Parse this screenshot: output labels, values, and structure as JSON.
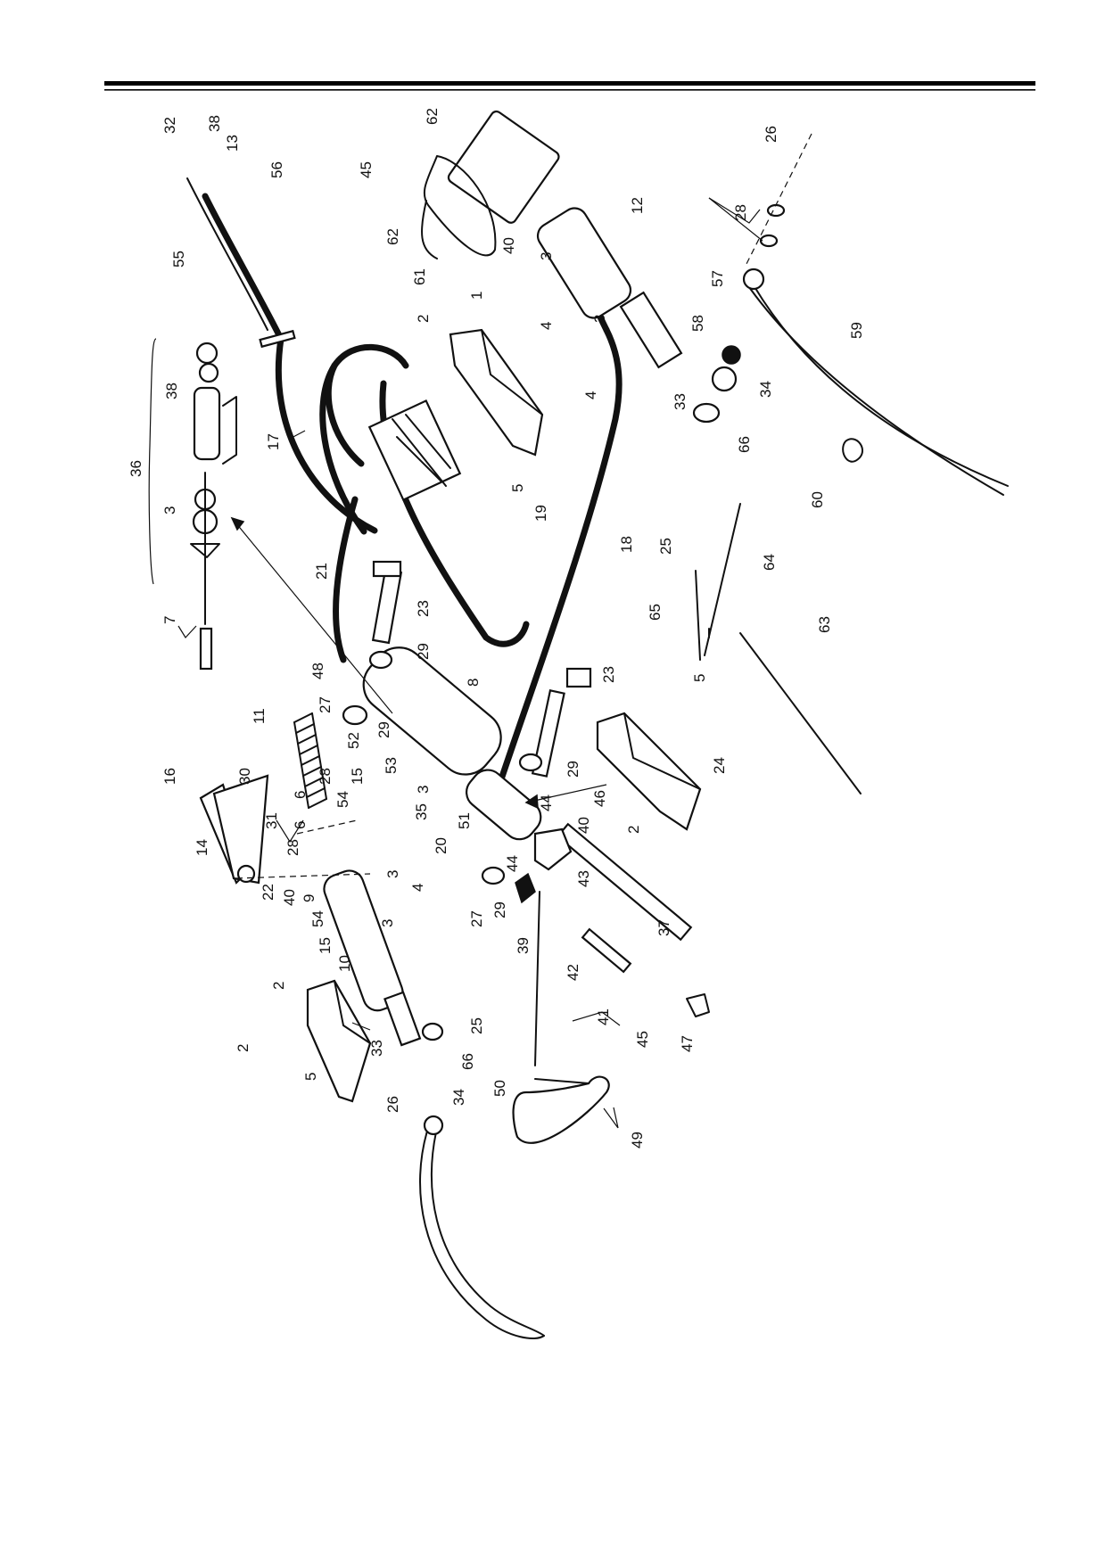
{
  "diagram": {
    "header_rule_color": "#000000",
    "line_color": "#111111",
    "callouts": [
      {
        "id": "c-32",
        "text": "32"
      },
      {
        "id": "c-38a",
        "text": "38"
      },
      {
        "id": "c-13",
        "text": "13"
      },
      {
        "id": "c-56",
        "text": "56"
      },
      {
        "id": "c-55",
        "text": "55"
      },
      {
        "id": "c-45a",
        "text": "45"
      },
      {
        "id": "c-62a",
        "text": "62"
      },
      {
        "id": "c-62b",
        "text": "62"
      },
      {
        "id": "c-40a",
        "text": "40"
      },
      {
        "id": "c-61",
        "text": "61"
      },
      {
        "id": "c-12",
        "text": "12"
      },
      {
        "id": "c-26a",
        "text": "26"
      },
      {
        "id": "c-28a",
        "text": "28"
      },
      {
        "id": "c-3a",
        "text": "3"
      },
      {
        "id": "c-4a",
        "text": "4"
      },
      {
        "id": "c-3b",
        "text": "3"
      },
      {
        "id": "c-4b",
        "text": "4"
      },
      {
        "id": "c-1",
        "text": "1"
      },
      {
        "id": "c-2a",
        "text": "2"
      },
      {
        "id": "c-57",
        "text": "57"
      },
      {
        "id": "c-58",
        "text": "58"
      },
      {
        "id": "c-33a",
        "text": "33"
      },
      {
        "id": "c-34a",
        "text": "34"
      },
      {
        "id": "c-66a",
        "text": "66"
      },
      {
        "id": "c-59",
        "text": "59"
      },
      {
        "id": "c-60",
        "text": "60"
      },
      {
        "id": "c-36",
        "text": "36"
      },
      {
        "id": "c-38b",
        "text": "38"
      },
      {
        "id": "c-3c",
        "text": "3"
      },
      {
        "id": "c-7",
        "text": "7"
      },
      {
        "id": "c-17",
        "text": "17"
      },
      {
        "id": "c-5a",
        "text": "5"
      },
      {
        "id": "c-19",
        "text": "19"
      },
      {
        "id": "c-18",
        "text": "18"
      },
      {
        "id": "c-25a",
        "text": "25"
      },
      {
        "id": "c-64",
        "text": "64"
      },
      {
        "id": "c-65",
        "text": "65"
      },
      {
        "id": "c-63",
        "text": "63"
      },
      {
        "id": "c-21",
        "text": "21"
      },
      {
        "id": "c-23a",
        "text": "23"
      },
      {
        "id": "c-29a",
        "text": "29"
      },
      {
        "id": "c-48",
        "text": "48"
      },
      {
        "id": "c-8",
        "text": "8"
      },
      {
        "id": "c-23b",
        "text": "23"
      },
      {
        "id": "c-5b",
        "text": "5"
      },
      {
        "id": "c-11",
        "text": "11"
      },
      {
        "id": "c-27a",
        "text": "27"
      },
      {
        "id": "c-29b",
        "text": "29"
      },
      {
        "id": "c-28b",
        "text": "28"
      },
      {
        "id": "c-52",
        "text": "52"
      },
      {
        "id": "c-53",
        "text": "53"
      },
      {
        "id": "c-29c",
        "text": "29"
      },
      {
        "id": "c-24",
        "text": "24"
      },
      {
        "id": "c-16",
        "text": "16"
      },
      {
        "id": "c-30",
        "text": "30"
      },
      {
        "id": "c-6a",
        "text": "6"
      },
      {
        "id": "c-54a",
        "text": "54"
      },
      {
        "id": "c-15a",
        "text": "15"
      },
      {
        "id": "c-3d",
        "text": "3"
      },
      {
        "id": "c-35",
        "text": "35"
      },
      {
        "id": "c-51",
        "text": "51"
      },
      {
        "id": "c-44a",
        "text": "44"
      },
      {
        "id": "c-46",
        "text": "46"
      },
      {
        "id": "c-40b",
        "text": "40"
      },
      {
        "id": "c-2b",
        "text": "2"
      },
      {
        "id": "c-31",
        "text": "31"
      },
      {
        "id": "c-6b",
        "text": "6"
      },
      {
        "id": "c-28c",
        "text": "28"
      },
      {
        "id": "c-14",
        "text": "14"
      },
      {
        "id": "c-20",
        "text": "20"
      },
      {
        "id": "c-44b",
        "text": "44"
      },
      {
        "id": "c-43",
        "text": "43"
      },
      {
        "id": "c-22",
        "text": "22"
      },
      {
        "id": "c-40c",
        "text": "40"
      },
      {
        "id": "c-9",
        "text": "9"
      },
      {
        "id": "c-3e",
        "text": "3"
      },
      {
        "id": "c-54b",
        "text": "54"
      },
      {
        "id": "c-15b",
        "text": "15"
      },
      {
        "id": "c-4c",
        "text": "4"
      },
      {
        "id": "c-3f",
        "text": "3"
      },
      {
        "id": "c-27b",
        "text": "27"
      },
      {
        "id": "c-29d",
        "text": "29"
      },
      {
        "id": "c-39",
        "text": "39"
      },
      {
        "id": "c-37",
        "text": "37"
      },
      {
        "id": "c-42",
        "text": "42"
      },
      {
        "id": "c-41",
        "text": "41"
      },
      {
        "id": "c-10",
        "text": "10"
      },
      {
        "id": "c-2c",
        "text": "2"
      },
      {
        "id": "c-25b",
        "text": "25"
      },
      {
        "id": "c-45b",
        "text": "45"
      },
      {
        "id": "c-47",
        "text": "47"
      },
      {
        "id": "c-2d",
        "text": "2"
      },
      {
        "id": "c-33b",
        "text": "33"
      },
      {
        "id": "c-66b",
        "text": "66"
      },
      {
        "id": "c-5c",
        "text": "5"
      },
      {
        "id": "c-26b",
        "text": "26"
      },
      {
        "id": "c-34b",
        "text": "34"
      },
      {
        "id": "c-50",
        "text": "50"
      },
      {
        "id": "c-49",
        "text": "49"
      }
    ]
  }
}
